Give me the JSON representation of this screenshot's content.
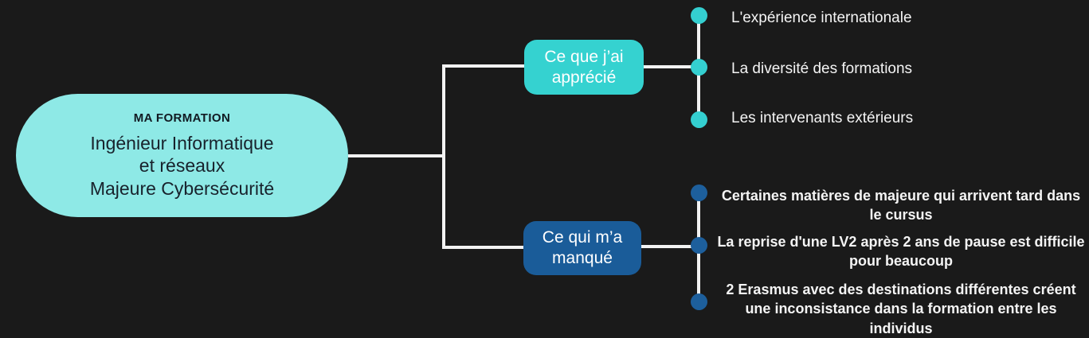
{
  "diagram": {
    "type": "mind-map",
    "background_color": "#1a1a1a",
    "root": {
      "kicker": "MA FORMATION",
      "title": "Ingénieur Informatique\net réseaux\nMajeure Cybersécurité",
      "fill_color": "#8ee9e6",
      "text_color": "#18222c"
    },
    "branches": [
      {
        "label": "Ce que j’ai\napprécié",
        "fill_color": "#35d2d0",
        "text_color": "#ffffff",
        "dot_color": "#34cfd0",
        "leaves": [
          "L'expérience internationale",
          "La diversité des formations",
          "Les intervenants extérieurs"
        ]
      },
      {
        "label": "Ce qui m’a\nmanqué",
        "fill_color": "#1a5c99",
        "text_color": "#ffffff",
        "dot_color": "#1d5f9c",
        "leaves": [
          "Certaines matières de majeure qui arrivent tard dans le cursus",
          "La reprise d'une LV2 après 2 ans de pause est difficile pour beaucoup",
          "2 Erasmus avec des destinations différentes créent une inconsistance dans la formation entre les individus"
        ]
      }
    ],
    "connector_color": "#f2f2f2"
  }
}
